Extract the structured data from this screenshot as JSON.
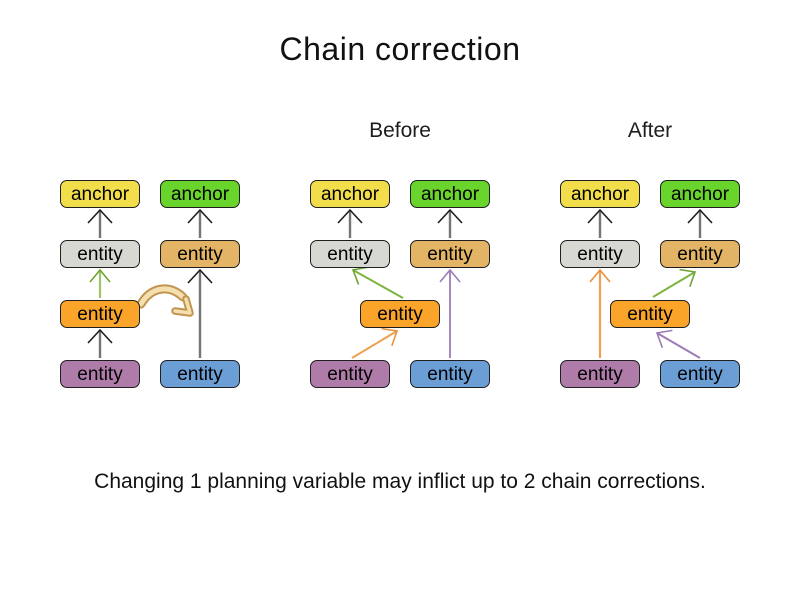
{
  "title": "Chain correction",
  "caption": "Changing 1 planning variable may inflict up to 2 chain corrections.",
  "group_labels": {
    "before": "Before",
    "after": "After"
  },
  "box_labels": {
    "anchor": "anchor",
    "entity": "entity"
  },
  "colors": {
    "anchor_yellow": "#F2DE4A",
    "anchor_green": "#68D42C",
    "entity_gray": "#D8D8D3",
    "entity_tan": "#E3B465",
    "entity_orange": "#FAA42A",
    "entity_purple": "#AF7CA9",
    "entity_blue": "#6C9ED6",
    "arrow_shaft_gray": "#757575",
    "arrow_head_dark": "#1E1E1E",
    "arrow_green": "#7DB43E",
    "arrow_orange": "#EF9F50",
    "arrow_purple": "#9C7CB5",
    "move_arrow_fill": "#F4DFAF",
    "move_arrow_outline": "#C1944F"
  }
}
